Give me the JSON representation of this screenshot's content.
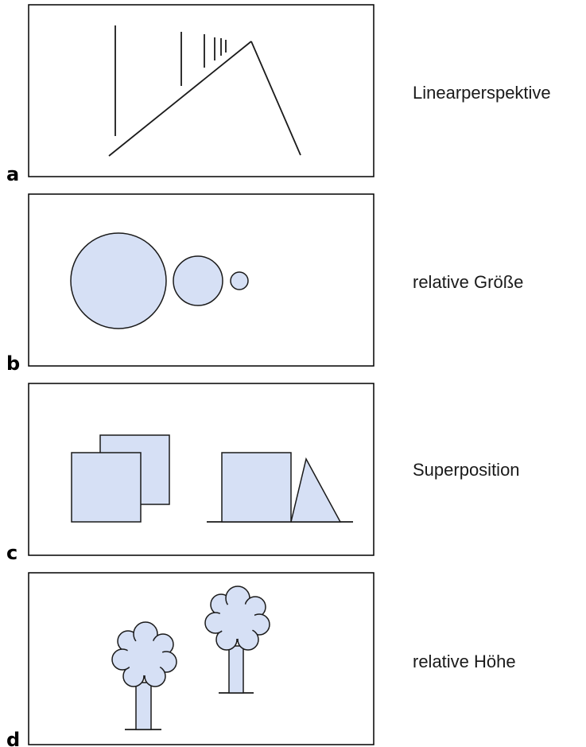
{
  "colors": {
    "fill": "#d6e0f5",
    "stroke": "#1a1a1a",
    "frame": "#000000"
  },
  "panels": [
    {
      "letter": "a",
      "caption": "Linearperspektive"
    },
    {
      "letter": "b",
      "caption": "relative Größe"
    },
    {
      "letter": "c",
      "caption": "Superposition"
    },
    {
      "letter": "d",
      "caption": "relative Höhe"
    }
  ]
}
